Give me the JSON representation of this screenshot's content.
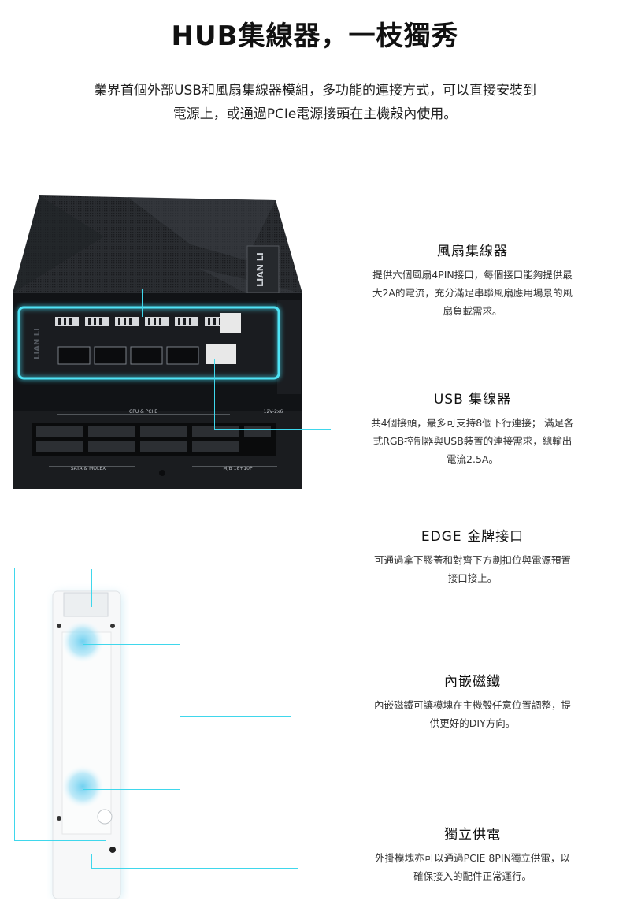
{
  "heading": {
    "title": "HUB集線器，一枝獨秀",
    "intro_line1": "業界首個外部USB和風扇集線器模組，多功能的連接方式，可以直接安裝到",
    "intro_line2": "電源上，或通過PCIe電源接頭在主機殼內使用。"
  },
  "psu_labels": {
    "brand": "LIAN LI",
    "brand_side": "LIAN LI",
    "cpu_pcie": "CPU & PCI E",
    "volt": "12V-2x6",
    "sata_molex": "SATA & MOLEX",
    "mb": "M/B 18+10P"
  },
  "features": [
    {
      "title": "風扇集線器",
      "line1": "提供六個風扇4PIN接口，每個接口能夠提供最",
      "line2": "大2A的電流，充分滿足串聯風扇應用場景的風",
      "line3": "扇負載需求。"
    },
    {
      "title": "USB 集線器",
      "line1": "共4個接頭，最多可支持8個下行連接； 滿足各",
      "line2": "式RGB控制器與USB裝置的連接需求，總輸出",
      "line3": "電流2.5A。"
    },
    {
      "title": "EDGE 金牌接口",
      "line1": "可通過拿下膠蓋和對齊下方劃扣位與電源預置",
      "line2": "接口接上。"
    },
    {
      "title": "內嵌磁鐵",
      "line1": "內嵌磁鐵可讓模塊在主機殼任意位置調整，提",
      "line2": "供更好的DIY方向。"
    },
    {
      "title": "獨立供電",
      "line1": "外掛模塊亦可以通過PCIE 8PIN獨立供電，以",
      "line2": "確保接入的配件正常運行。"
    }
  ],
  "colors": {
    "accent": "#3fd7ec",
    "psu_body": "#16181b"
  }
}
